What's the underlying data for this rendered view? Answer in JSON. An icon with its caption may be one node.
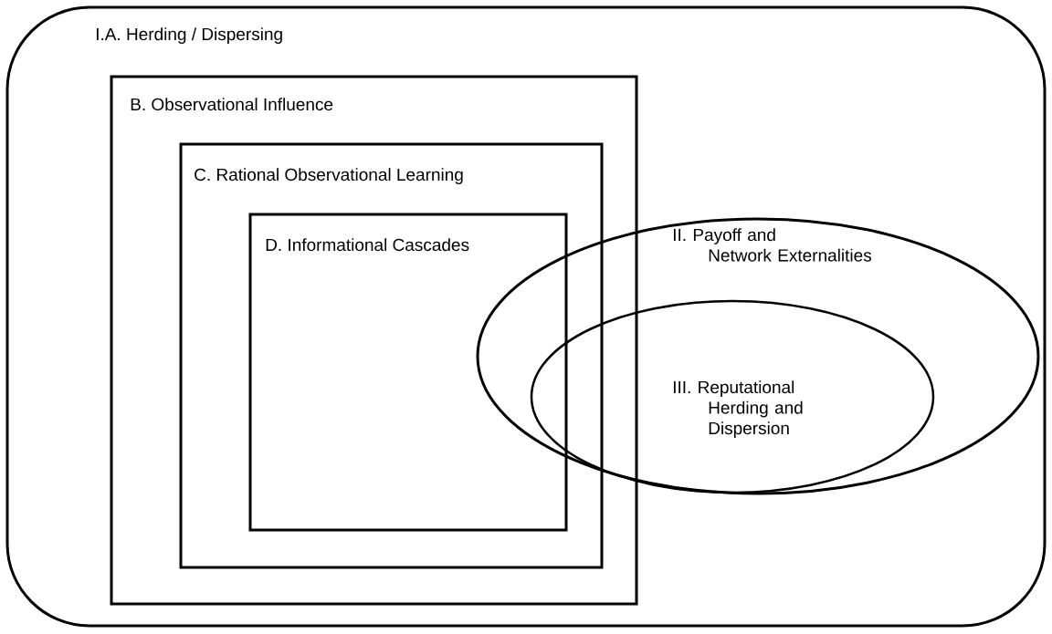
{
  "diagram": {
    "nodes": [
      {
        "text": [
          "I.A. Herding / Dispersing"
        ]
      },
      {
        "text": [
          "B. Observational Influence"
        ],
        "in": 0
      },
      {
        "text": [
          "C. Rational Observational Learning"
        ],
        "in": 1
      },
      {
        "text": [
          "D. Informational Cascades"
        ],
        "in": 2
      },
      {
        "text": [
          "II. Payoff and Network Externalities"
        ],
        "in": 0
      },
      {
        "text": [
          "III. Reputational Herding and Dispersion"
        ],
        "in": 4
      }
    ]
  }
}
